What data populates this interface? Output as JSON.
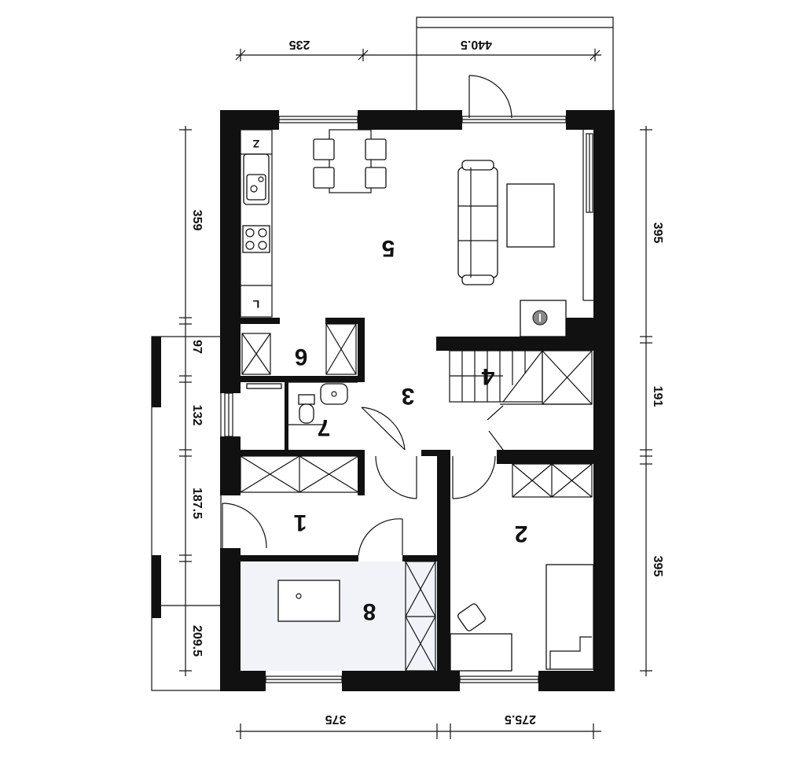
{
  "plan": {
    "rooms": [
      {
        "id": "room-1",
        "number": "1"
      },
      {
        "id": "room-2",
        "number": "2"
      },
      {
        "id": "room-3",
        "number": "3"
      },
      {
        "id": "room-4",
        "number": "4"
      },
      {
        "id": "room-5",
        "number": "5"
      },
      {
        "id": "room-6",
        "number": "6"
      },
      {
        "id": "room-7",
        "number": "7"
      },
      {
        "id": "room-8",
        "number": "8"
      }
    ],
    "fridge_label": "L",
    "freezer_label": "Z",
    "colors": {
      "walls": "#111111",
      "room8_fill": "#f1f3f8",
      "background": "#ffffff"
    }
  },
  "dimensions": {
    "top": [
      "235",
      "440.5"
    ],
    "bottom": [
      "375",
      "275.5"
    ],
    "left": [
      "359",
      "97",
      "132",
      "187.5",
      "209.5"
    ],
    "right": [
      "395",
      "191",
      "395"
    ]
  }
}
